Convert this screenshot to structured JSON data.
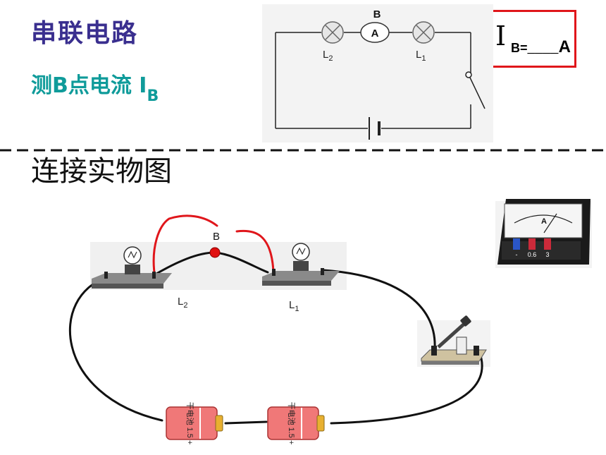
{
  "title": "串联电路",
  "subtitle": {
    "main": "测B点电流 I",
    "sub": "B"
  },
  "section_title": "连接实物图",
  "schematic": {
    "point_label": "B",
    "ammeter_label": "A",
    "lamp2_label": "L",
    "lamp2_sub": "2",
    "lamp1_label": "L",
    "lamp1_sub": "1"
  },
  "answer": {
    "symbol": "I",
    "subscript": "B=",
    "blank": "____",
    "unit": "A"
  },
  "photo": {
    "point_label": "B",
    "lamp2_label": "L",
    "lamp2_sub": "2",
    "lamp1_label": "L",
    "lamp1_sub": "1",
    "battery_text": "干电池 1.5 +",
    "ammeter": {
      "dial_label": "A",
      "terminals": [
        "-",
        "0.6",
        "3"
      ]
    }
  },
  "colors": {
    "title": "#3a2f8f",
    "subtitle": "#0f9b9a",
    "answer_border": "#e0161b",
    "red_wire": "#e0161b",
    "battery": "#f07878"
  }
}
